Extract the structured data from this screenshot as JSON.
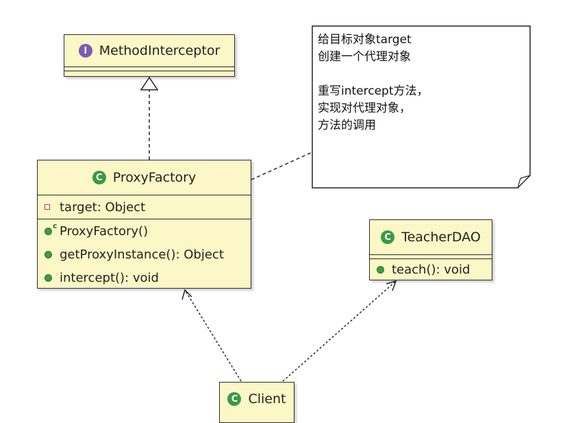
{
  "diagram": {
    "note": {
      "text": "给目标对象target\n创建一个代理对象\n\n重写intercept方法，\n实现对代理对象，\n方法的调用"
    },
    "method_interceptor": {
      "icon": "interface-icon",
      "icon_letter": "I",
      "name": "MethodInterceptor"
    },
    "proxy_factory": {
      "icon": "class-icon",
      "icon_letter": "C",
      "name": "ProxyFactory",
      "fields": [
        "target: Object"
      ],
      "methods": [
        "ProxyFactory()",
        "getProxyInstance(): Object",
        "intercept(): void"
      ],
      "constructor_mark": "c"
    },
    "teacher_dao": {
      "icon": "class-icon",
      "icon_letter": "C",
      "name": "TeacherDAO",
      "methods": [
        "teach(): void"
      ]
    },
    "client": {
      "icon": "class-icon",
      "icon_letter": "C",
      "name": "Client"
    },
    "colors": {
      "class_fill": "#fbf7c6",
      "class_icon": "#3b9a44",
      "interface_icon": "#7a5bb6",
      "field_marker": "#c23333",
      "method_marker": "#3f9b45"
    }
  }
}
